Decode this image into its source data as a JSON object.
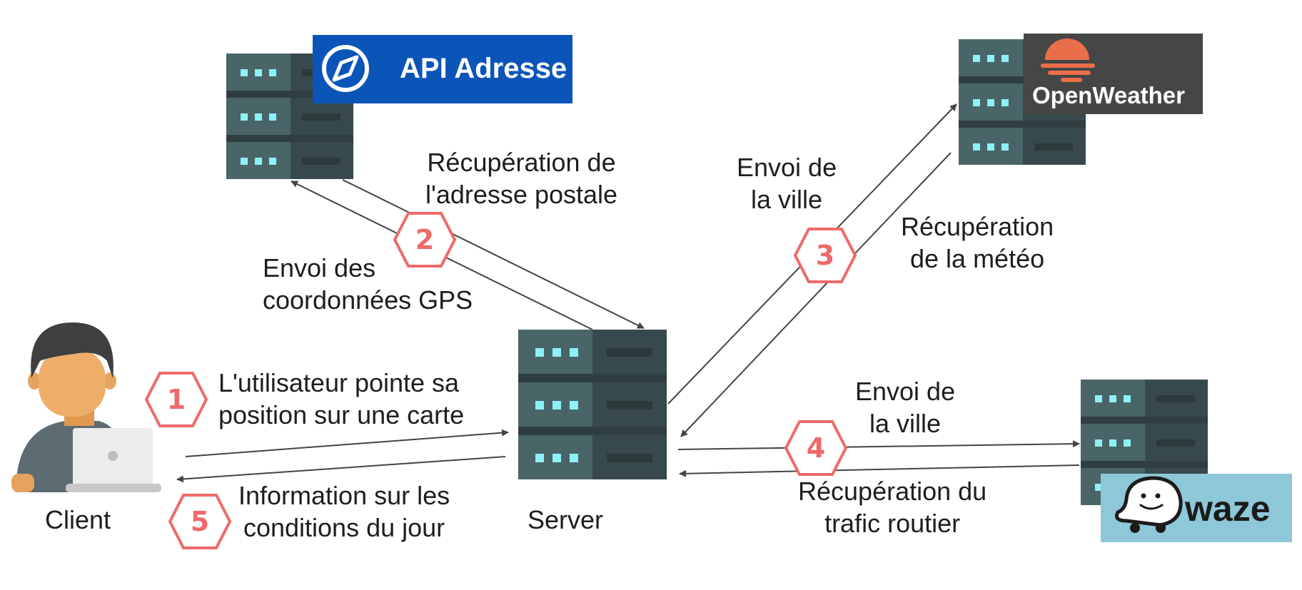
{
  "colors": {
    "server_light": "#4a6568",
    "server_dark": "#37494c",
    "server_gap": "#2f3e40",
    "server_led": "#8ef1f7",
    "arrow": "#444444",
    "badge": "#ee6a6a",
    "api_adresse_bg": "#0b54b8",
    "openweather_bg": "#464646",
    "openweather_sun": "#eb6e4b",
    "waze_bg": "#8ec7d8"
  },
  "nodes": {
    "client": {
      "label": "Client"
    },
    "server": {
      "label": "Server"
    }
  },
  "logos": {
    "api_adresse": {
      "text": "API Adresse",
      "icon": "compass-icon"
    },
    "openweather": {
      "text": "OpenWeather",
      "icon": "sun-icon"
    },
    "waze": {
      "text": "waze",
      "icon": "waze-ghost-icon"
    }
  },
  "steps": [
    {
      "number": "1",
      "lines": [
        "L'utilisateur pointe sa",
        "position sur une carte"
      ]
    },
    {
      "number": "2",
      "lines": [
        "Envoi des",
        "coordonnées GPS"
      ],
      "return_lines": [
        "Récupération de",
        "l'adresse postale"
      ]
    },
    {
      "number": "3",
      "lines": [
        "Envoi de",
        "la ville"
      ],
      "return_lines": [
        "Récupération",
        "de la météo"
      ]
    },
    {
      "number": "4",
      "lines": [
        "Envoi de",
        "la ville"
      ],
      "return_lines": [
        "Récupération du",
        "trafic routier"
      ]
    },
    {
      "number": "5",
      "lines": [
        "Information sur les",
        "conditions du jour"
      ]
    }
  ]
}
